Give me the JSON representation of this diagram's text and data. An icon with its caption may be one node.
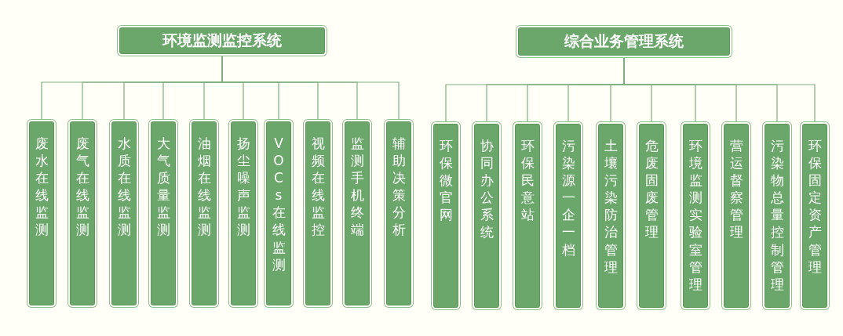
{
  "diagram": {
    "nodes": [
      {
        "text": [
          "环境监测监控系统"
        ]
      },
      {
        "text": [
          "废水在线监测"
        ]
      },
      {
        "text": [
          "废气在线监测"
        ]
      },
      {
        "text": [
          "水质在线监测"
        ]
      },
      {
        "text": [
          "大气质量监测"
        ]
      },
      {
        "text": [
          "油烟在线监测"
        ]
      },
      {
        "text": [
          "扬尘噪声监测"
        ]
      },
      {
        "text": [
          "VOCs在线监测"
        ]
      },
      {
        "text": [
          "视频在线监控"
        ]
      },
      {
        "text": [
          "监测手机终端"
        ]
      },
      {
        "text": [
          "辅助决策分析"
        ]
      },
      {
        "text": [
          "综合业务管理系统"
        ]
      },
      {
        "text": [
          "环保微官网"
        ]
      },
      {
        "text": [
          "协同办公系统"
        ]
      },
      {
        "text": [
          "环保民意站"
        ]
      },
      {
        "text": [
          "污染源一企一档"
        ]
      },
      {
        "text": [
          "土壤污染防治管理"
        ]
      },
      {
        "text": [
          "危废固废管理"
        ]
      },
      {
        "text": [
          "环境监测实验室管理"
        ]
      },
      {
        "text": [
          "营运督察管理"
        ]
      },
      {
        "text": [
          "污染物总量控制管理"
        ]
      },
      {
        "text": [
          "环保固定资产管理"
        ]
      }
    ],
    "edges": [
      {
        "from": 0,
        "to": 1,
        "arrow": "none"
      },
      {
        "from": 0,
        "to": 2,
        "arrow": "none"
      },
      {
        "from": 0,
        "to": 3,
        "arrow": "none"
      },
      {
        "from": 0,
        "to": 4,
        "arrow": "none"
      },
      {
        "from": 0,
        "to": 5,
        "arrow": "none"
      },
      {
        "from": 0,
        "to": 6,
        "arrow": "none"
      },
      {
        "from": 0,
        "to": 7,
        "arrow": "none"
      },
      {
        "from": 0,
        "to": 8,
        "arrow": "none"
      },
      {
        "from": 0,
        "to": 9,
        "arrow": "none"
      },
      {
        "from": 0,
        "to": 10,
        "arrow": "none"
      },
      {
        "from": 11,
        "to": 12,
        "arrow": "none"
      },
      {
        "from": 11,
        "to": 13,
        "arrow": "none"
      },
      {
        "from": 11,
        "to": 14,
        "arrow": "none"
      },
      {
        "from": 11,
        "to": 15,
        "arrow": "none"
      },
      {
        "from": 11,
        "to": 16,
        "arrow": "none"
      },
      {
        "from": 11,
        "to": 17,
        "arrow": "none"
      },
      {
        "from": 11,
        "to": 18,
        "arrow": "none"
      },
      {
        "from": 11,
        "to": 19,
        "arrow": "none"
      },
      {
        "from": 11,
        "to": 20,
        "arrow": "none"
      },
      {
        "from": 11,
        "to": 21,
        "arrow": "none"
      }
    ]
  }
}
